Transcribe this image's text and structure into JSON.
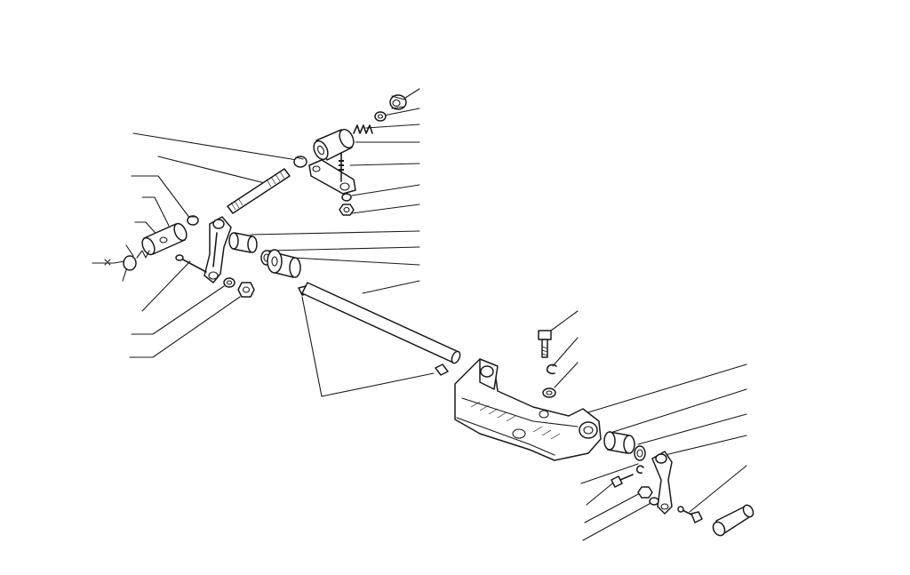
{
  "diagram": {
    "colors": {
      "ink": "#1a1a1a",
      "paper": "#ffffff"
    },
    "parts": [
      "cap-nut",
      "washer",
      "spring",
      "sleeve",
      "nut",
      "threaded-rod",
      "ball-joint",
      "lever-arm",
      "bushing",
      "flanged-bushing",
      "locknut",
      "split-pin",
      "shift-rod",
      "key",
      "bolt",
      "circlip",
      "support-bracket",
      "control-lever",
      "grip"
    ]
  }
}
